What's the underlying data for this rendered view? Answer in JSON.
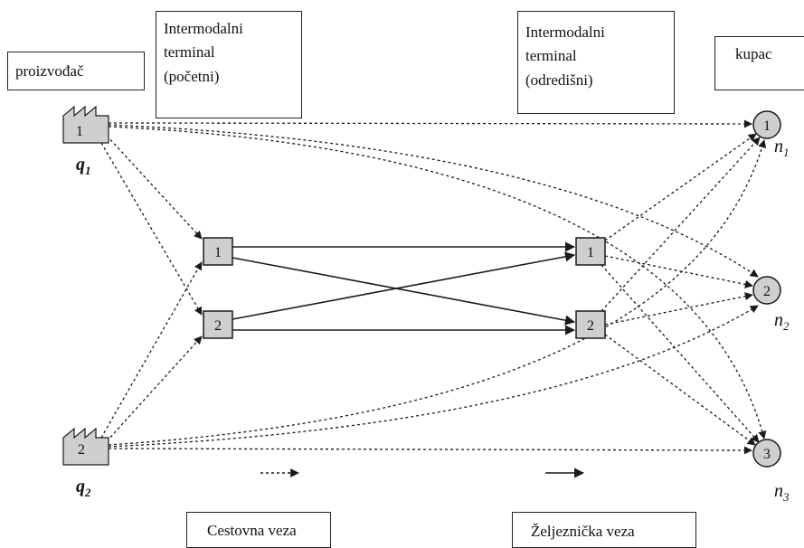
{
  "labels": {
    "producer": "proizvođač",
    "start_terminal": [
      "Intermodalni",
      "terminal",
      "(početni)"
    ],
    "dest_terminal": [
      "Intermodalni",
      "terminal",
      "(odredišni)"
    ],
    "customer": "kupac",
    "road_link": "Cestovna veza",
    "rail_link": "Željeznička veza"
  },
  "nodes": {
    "producers": [
      {
        "num": "1",
        "var": "q",
        "sub": "1"
      },
      {
        "num": "2",
        "var": "q",
        "sub": "2"
      }
    ],
    "start_terminals": [
      "1",
      "2"
    ],
    "dest_terminals": [
      "1",
      "2"
    ],
    "customers": [
      {
        "num": "1",
        "var": "n",
        "sub": "1"
      },
      {
        "num": "2",
        "var": "n",
        "sub": "2"
      },
      {
        "num": "3",
        "var": "n",
        "sub": "3"
      }
    ]
  },
  "colors": {
    "line": "#1a1a1a",
    "node_fill": "#cfcfcf",
    "node_stroke": "#1a1a1a"
  }
}
